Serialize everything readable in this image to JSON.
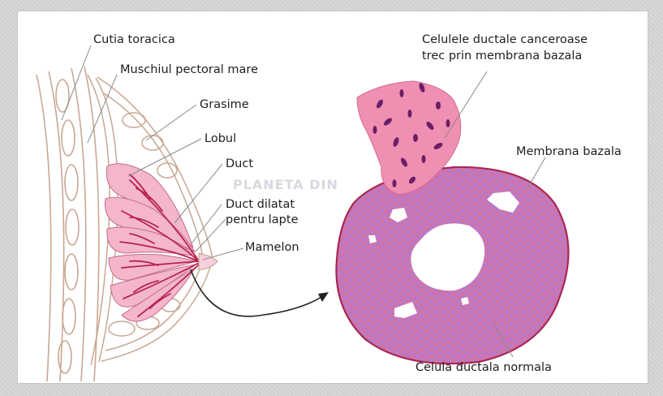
{
  "labels": {
    "cutia": "Cutia toracica",
    "muschiul": "Muschiul pectoral mare",
    "grasime": "Grasime",
    "lobul": "Lobul",
    "duct": "Duct",
    "duct_dilatat_1": "Duct dilatat",
    "duct_dilatat_2": "pentru lapte",
    "mamelon": "Mamelon",
    "cancer_1": "Celulele ductale canceroase",
    "cancer_2": "trec prin membrana bazala",
    "membrana": "Membrana bazala",
    "celula_normala": "Celula ductala normala"
  },
  "watermark": "PLANETA DIN",
  "colors": {
    "lobe_fill": "#f3b6cb",
    "duct_line": "#b8234f",
    "tissue_fill": "#cf74a8",
    "tissue_border": "#a8284f",
    "cell_dot": "#b46fd0",
    "cancer_fill": "#ef8fb2",
    "cancer_dark": "#6a1f66",
    "outline": "#c9a792"
  }
}
